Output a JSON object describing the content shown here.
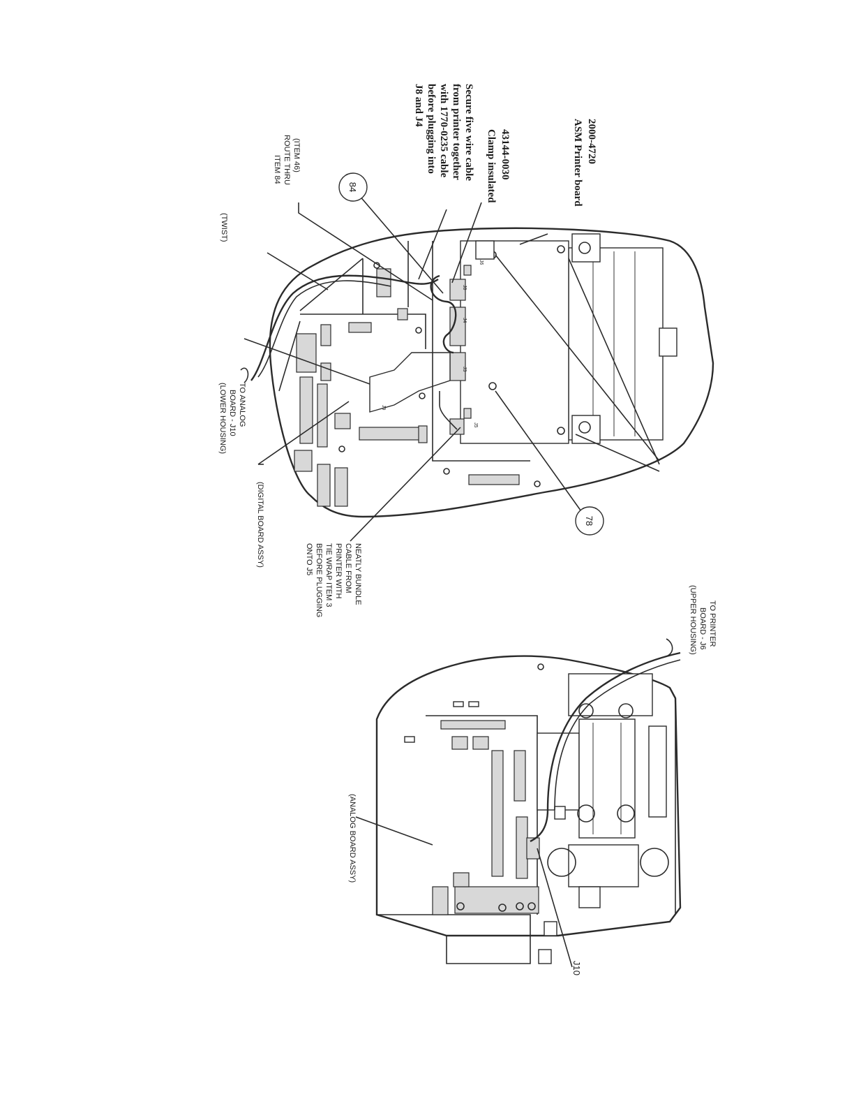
{
  "labels": {
    "printer_board_part": "2000-4720",
    "printer_board_name": "ASM Printer board",
    "clamp_part": "43144-0030",
    "clamp_name": "Clamp insulated",
    "secure_note": [
      "Secure five wire cable",
      "from printer together",
      "with 1770-0235 cable",
      "before plugging into",
      "J8 and J4"
    ],
    "route_note": [
      "(ITEM 46)",
      "ROUTE THRU",
      "ITEM 84"
    ],
    "twist": "(TWIST)",
    "to_analog": [
      "TO ANALOG",
      "BOARD - J10",
      "(LOWER HOUSING)"
    ],
    "digital_board": "(DIGITAL BOARD ASSY)",
    "bundle_note": [
      "NEATLY BUNDLE",
      "CABLE FROM",
      "PRINTER WITH",
      "TIE WRAP ITEM 3",
      "BEFORE PLUGGING",
      "ONTO J5"
    ],
    "to_printer": [
      "TO PRINTER",
      "BOARD - J6",
      "(UPPER HOUSING)"
    ],
    "analog_board": "(ANALOG BOARD ASSY)",
    "j10": "J10"
  },
  "bubbles": {
    "item_84": "84",
    "item_78": "78"
  },
  "connectors": {
    "j6": "J6",
    "j8": "J8",
    "j4": "J4",
    "j3": "J3",
    "j5": "J5",
    "j9": "J9"
  }
}
